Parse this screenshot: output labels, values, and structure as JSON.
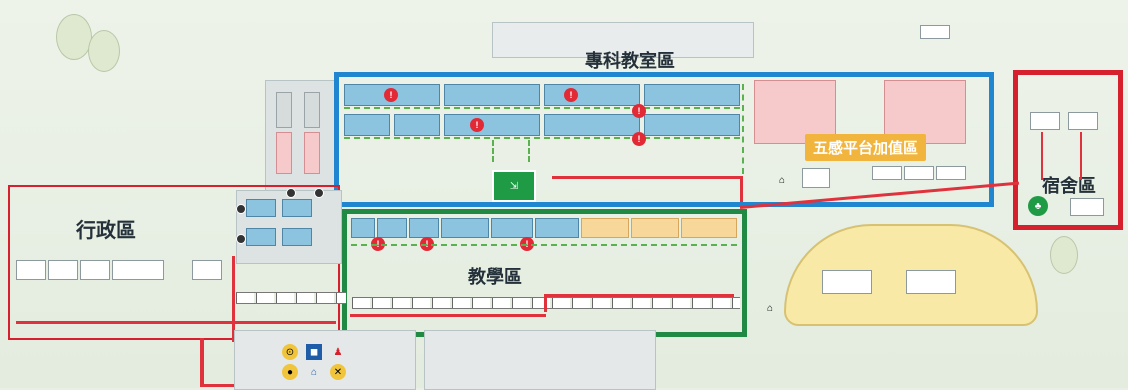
{
  "zones": {
    "admin": "行政區",
    "specialized": "專科教室區",
    "teaching": "教學區",
    "dormitory": "宿舍區"
  },
  "banner": "五感平台加值區",
  "colors": {
    "admin_border": "#d7202d",
    "specialized_border": "#1f86cf",
    "teaching_border": "#208a45",
    "dormitory_border": "#d7202d",
    "evacuation_route": "#e0323d",
    "exit_sign": "#1f9b45"
  },
  "icons": {
    "exit_sign": "running-man-exit-icon",
    "dormitory_sign": "tree-badge-icon",
    "exit_marker": "number-circle-icon"
  }
}
